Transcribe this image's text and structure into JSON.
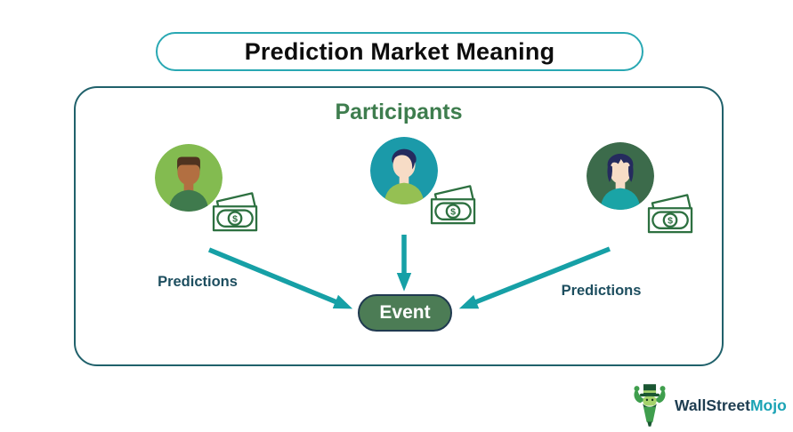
{
  "title": "Prediction Market Meaning",
  "colors": {
    "title_border": "#29a8b3",
    "title_text": "#0d0d0d",
    "container_border": "#20616b",
    "participants_text": "#3e7d4e",
    "predictions_text": "#1d4e5f",
    "arrow": "#16a0a6",
    "event_fill": "#4c7c55",
    "event_border": "#203a50",
    "event_text": "#ffffff",
    "money_stroke": "#2d7040",
    "brand_navy": "#1e3d51",
    "brand_teal": "#1ba3b5",
    "mascot_dark_green": "#1a5632",
    "mascot_mid_green": "#3f9e4d",
    "mascot_light_green": "#a6d36c"
  },
  "diagram": {
    "heading": "Participants",
    "event_label": "Event",
    "predictions_left_label": "Predictions",
    "predictions_right_label": "Predictions",
    "money_icon": "banknotes-dollar-icon",
    "participants": [
      {
        "icon": "person-avatar-icon",
        "circle": "#83bb50",
        "skin": "#b26f41",
        "hair": "#4f3320",
        "shirt": "#3f7a4d"
      },
      {
        "icon": "person-avatar-icon",
        "circle": "#1b9aa9",
        "skin": "#f7dcc6",
        "hair": "#252b5e",
        "shirt": "#95c053"
      },
      {
        "icon": "person-avatar-icon",
        "circle": "#3c6b4b",
        "skin": "#f7dcc6",
        "hair": "#252b5e",
        "shirt": "#1aa4a6"
      }
    ],
    "money_symbol": "$"
  },
  "logo": {
    "icon": "wallstreetmojo-mascot-icon",
    "brand_part1": "WallStreet",
    "brand_part2": "Mojo"
  }
}
